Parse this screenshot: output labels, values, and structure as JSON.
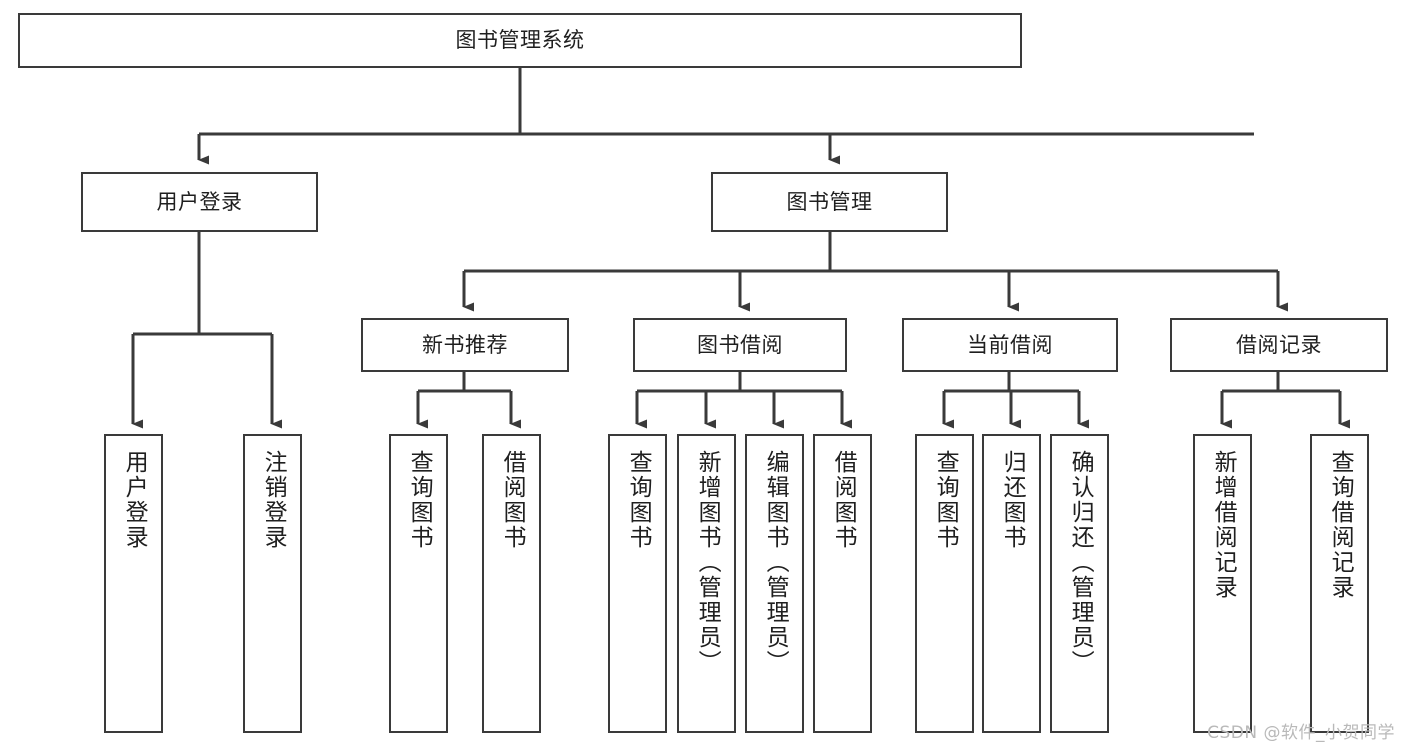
{
  "diagram": {
    "type": "tree-hierarchy",
    "title": "图书管理系统",
    "colors": {
      "box_border": "#3a3a3a",
      "box_fill": "#ffffff",
      "connector": "#3a3a3a",
      "text": "#1f1f1f",
      "watermark": "#b9b9b9"
    },
    "root": {
      "label": "图书管理系统"
    },
    "level2": [
      {
        "label": "用户登录"
      },
      {
        "label": "图书管理"
      }
    ],
    "level3": [
      {
        "label": "新书推荐"
      },
      {
        "label": "图书借阅"
      },
      {
        "label": "当前借阅"
      },
      {
        "label": "借阅记录"
      }
    ],
    "leaves": {
      "user_login": [
        {
          "label": "用户登录"
        },
        {
          "label": "注销登录"
        }
      ],
      "new_book": [
        {
          "label": "查询图书"
        },
        {
          "label": "借阅图书"
        }
      ],
      "book_borrow": [
        {
          "label": "查询图书"
        },
        {
          "label": "新增图书（管理员）"
        },
        {
          "label": "编辑图书（管理员）"
        },
        {
          "label": "借阅图书"
        }
      ],
      "current_borrow": [
        {
          "label": "查询图书"
        },
        {
          "label": "归还图书"
        },
        {
          "label": "确认归还（管理员）"
        }
      ],
      "borrow_record": [
        {
          "label": "新增借阅记录"
        },
        {
          "label": "查询借阅记录"
        }
      ]
    }
  },
  "watermark": {
    "text": "CSDN @软件_小贺同学"
  }
}
